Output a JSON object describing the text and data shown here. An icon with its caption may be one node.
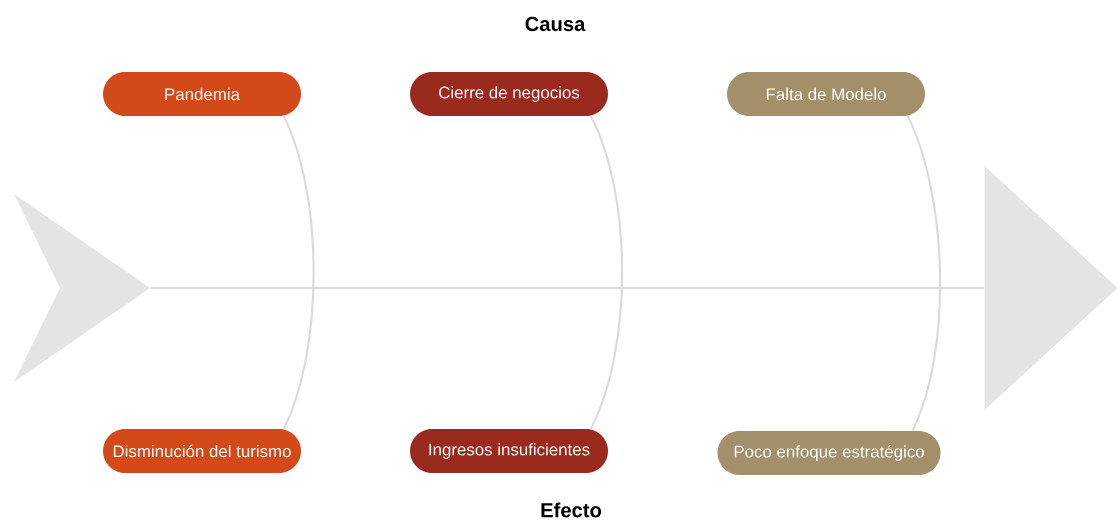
{
  "diagram": {
    "nodes": [
      {
        "text": [
          "Pandemia"
        ]
      },
      {
        "text": [
          "Cierre de negocios"
        ]
      },
      {
        "text": [
          "Falta de Modelo"
        ]
      },
      {
        "text": [
          "Disminución del turismo"
        ]
      },
      {
        "text": [
          "Ingresos insuficientes"
        ]
      },
      {
        "text": [
          "Poco enfoque estratégico"
        ]
      },
      {
        "text": [],
        "shape": "chevron"
      },
      {
        "text": [],
        "shape": "triangle"
      }
    ],
    "edges": [
      {
        "from": 0,
        "to": 3,
        "arrow": "none"
      },
      {
        "from": 1,
        "to": 4,
        "arrow": "none"
      },
      {
        "from": 2,
        "to": 5,
        "arrow": "none"
      },
      {
        "from": 6,
        "to": 7,
        "arrow": "none"
      }
    ],
    "labels": [
      "Causa",
      "Efecto"
    ]
  }
}
